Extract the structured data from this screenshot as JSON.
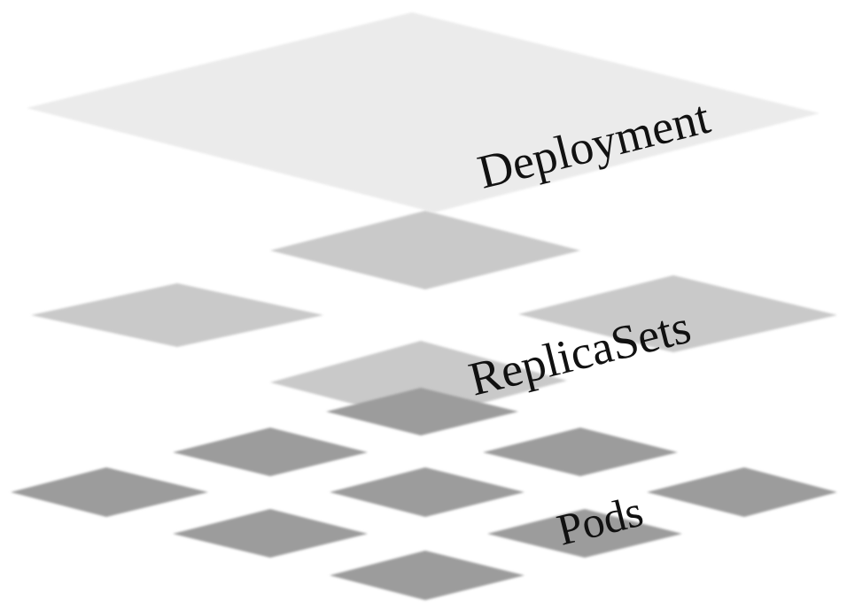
{
  "labels": {
    "deployment": "Deployment",
    "replicasets": "ReplicaSets",
    "pods": "Pods"
  },
  "colors": {
    "background": "#ffffff",
    "deployment_plate": "#ebebeb",
    "replicaset_plate": "#c9c9c9",
    "pod_plate": "#9c9c9c",
    "text": "#111111"
  }
}
